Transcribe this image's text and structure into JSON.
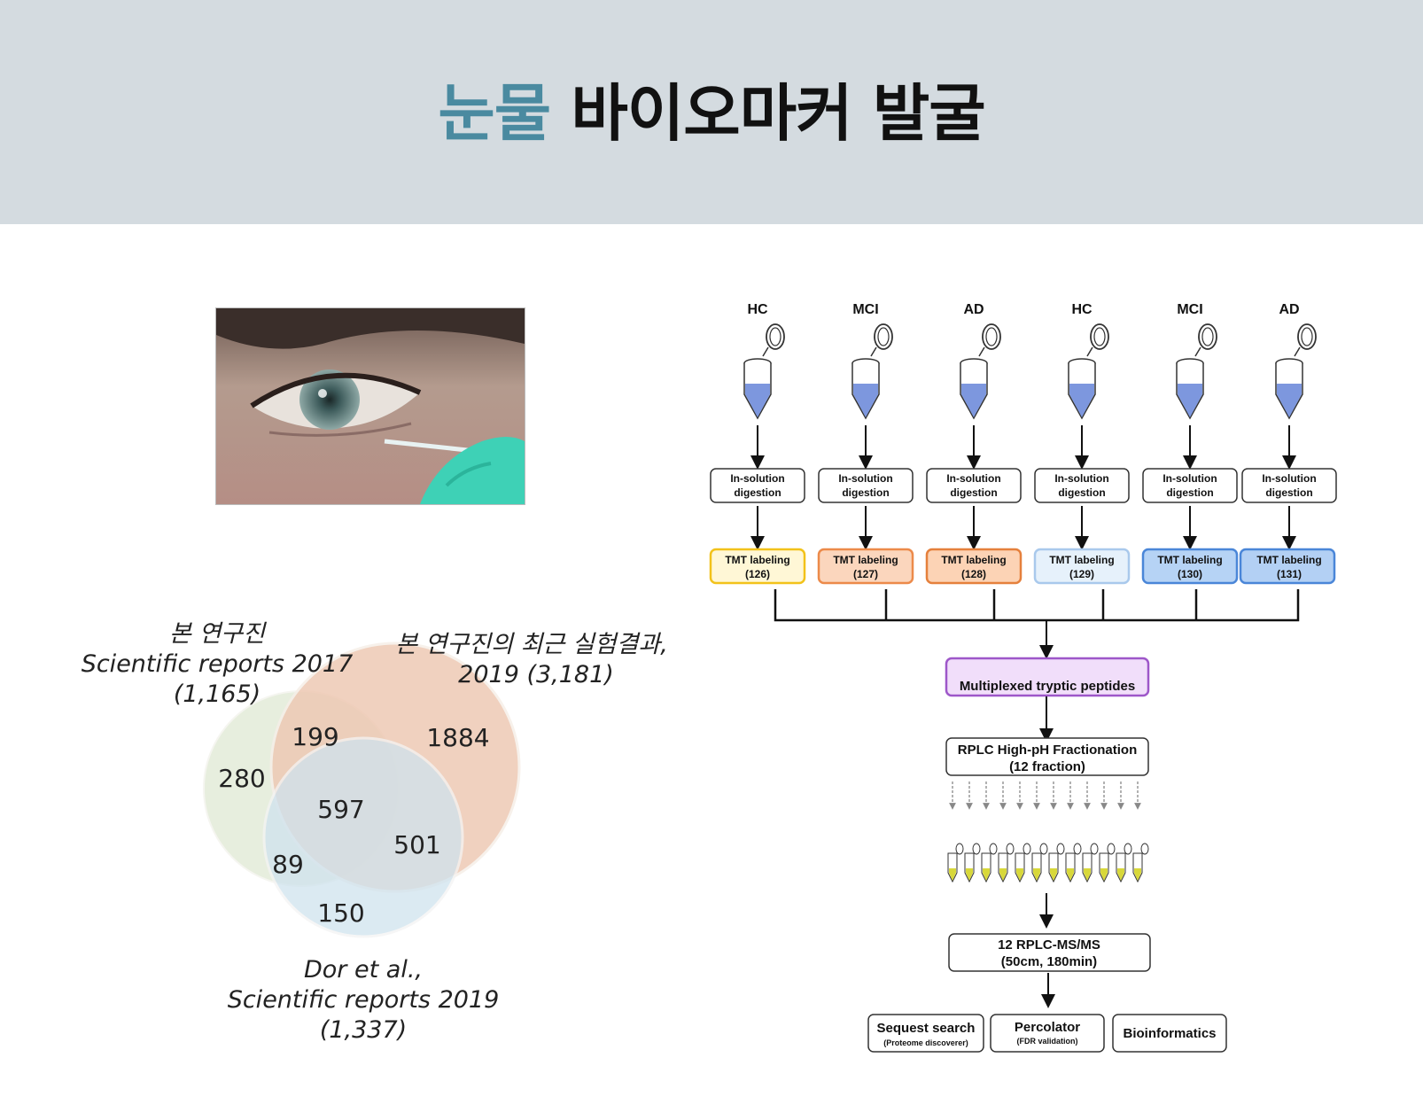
{
  "title": {
    "accent": "눈물",
    "rest": "바이오마커 발굴"
  },
  "photo": {
    "alt": "tear collection from eye with capillary tube"
  },
  "venn": {
    "set_a": {
      "line1": "본 연구진",
      "line2": "Scientific reports 2017",
      "line3": "(1,165)",
      "color": "#e3ecd9"
    },
    "set_b": {
      "line1": "본 연구진의 최근 실험결과,",
      "line2": "2019 (3,181)",
      "color": "#eec9b4"
    },
    "set_c": {
      "line1": "Dor et al.,",
      "line2": "Scientific reports 2019",
      "line3": "(1,337)",
      "color": "#cfe3ee"
    },
    "counts": {
      "a_only": "280",
      "ab": "199",
      "b_only": "1884",
      "abc": "597",
      "bc": "501",
      "ac": "89",
      "c_only": "150"
    }
  },
  "workflow": {
    "groups": [
      {
        "label": "HC",
        "tmt": "TMT labeling",
        "channel": "(126)",
        "fill": "#fff7d6",
        "stroke": "#f2c21a"
      },
      {
        "label": "MCI",
        "tmt": "TMT labeling",
        "channel": "(127)",
        "fill": "#fbd6bd",
        "stroke": "#ec8a4a"
      },
      {
        "label": "AD",
        "tmt": "TMT labeling",
        "channel": "(128)",
        "fill": "#fcd3b5",
        "stroke": "#e5803c"
      },
      {
        "label": "HC",
        "tmt": "TMT labeling",
        "channel": "(129)",
        "fill": "#e6f1fb",
        "stroke": "#a9c9ec"
      },
      {
        "label": "MCI",
        "tmt": "TMT labeling",
        "channel": "(130)",
        "fill": "#b6d3f5",
        "stroke": "#4a86d8"
      },
      {
        "label": "AD",
        "tmt": "TMT labeling",
        "channel": "(131)",
        "fill": "#b3d0f4",
        "stroke": "#4a86d8"
      }
    ],
    "digestion": {
      "line1": "In-solution",
      "line2": "digestion"
    },
    "multiplex": "Multiplexed tryptic peptides",
    "rplc": {
      "line1": "RPLC High-pH Fractionation",
      "line2": "(12 fraction)"
    },
    "ms": {
      "line1": "12 RPLC-MS/MS",
      "line2": "(50cm, 180min)"
    },
    "sequest": {
      "line1": "Sequest search",
      "line2": "(Proteome discoverer)"
    },
    "percolator": {
      "line1": "Percolator",
      "line2": "(FDR validation)"
    },
    "bioinformatics": "Bioinformatics",
    "colors": {
      "liquid": "#7d97de",
      "multiplex_fill": "#f1defa",
      "multiplex_stroke": "#9e57c9",
      "fraction_liquid": "#d8d83a"
    }
  }
}
